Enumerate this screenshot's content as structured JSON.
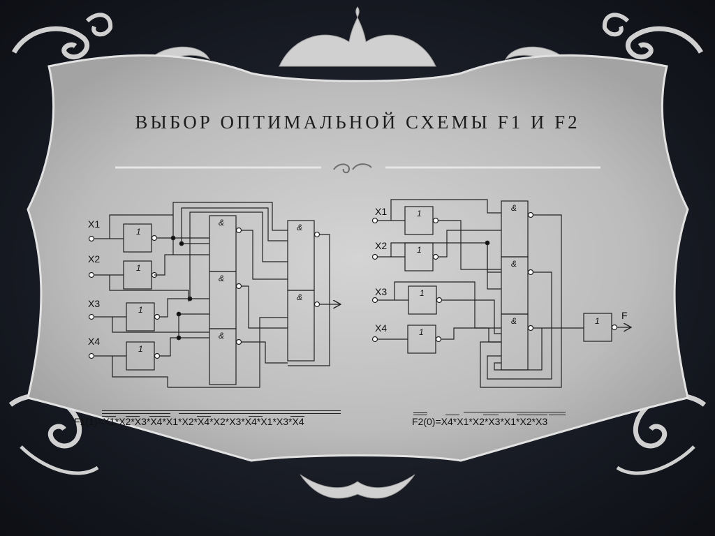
{
  "slide": {
    "title": "ВЫБОР ОПТИМАЛЬНОЙ СХЕМЫ F1 И F2",
    "colors": {
      "background": "#151820",
      "panel": "#bdbdbd",
      "ornament": "#d6d6d6",
      "ink": "#1d1d1d"
    }
  },
  "circuit_f1": {
    "inputs": [
      "X1",
      "X2",
      "X3",
      "X4"
    ],
    "not_gate_label": "1",
    "and_gate_label": "&",
    "formula": "F1(1)=X1*X2*X3*X4*X1*X2*X4*X2*X3*X4*X1*X3*X4"
  },
  "circuit_f2": {
    "inputs": [
      "X1",
      "X2",
      "X3",
      "X4"
    ],
    "not_gate_label": "1",
    "and_gate_label": "&",
    "output_gate_label": "1",
    "output_label": "F",
    "formula": "F2(0)=X4*X1*X2*X3*X1*X2*X3"
  }
}
